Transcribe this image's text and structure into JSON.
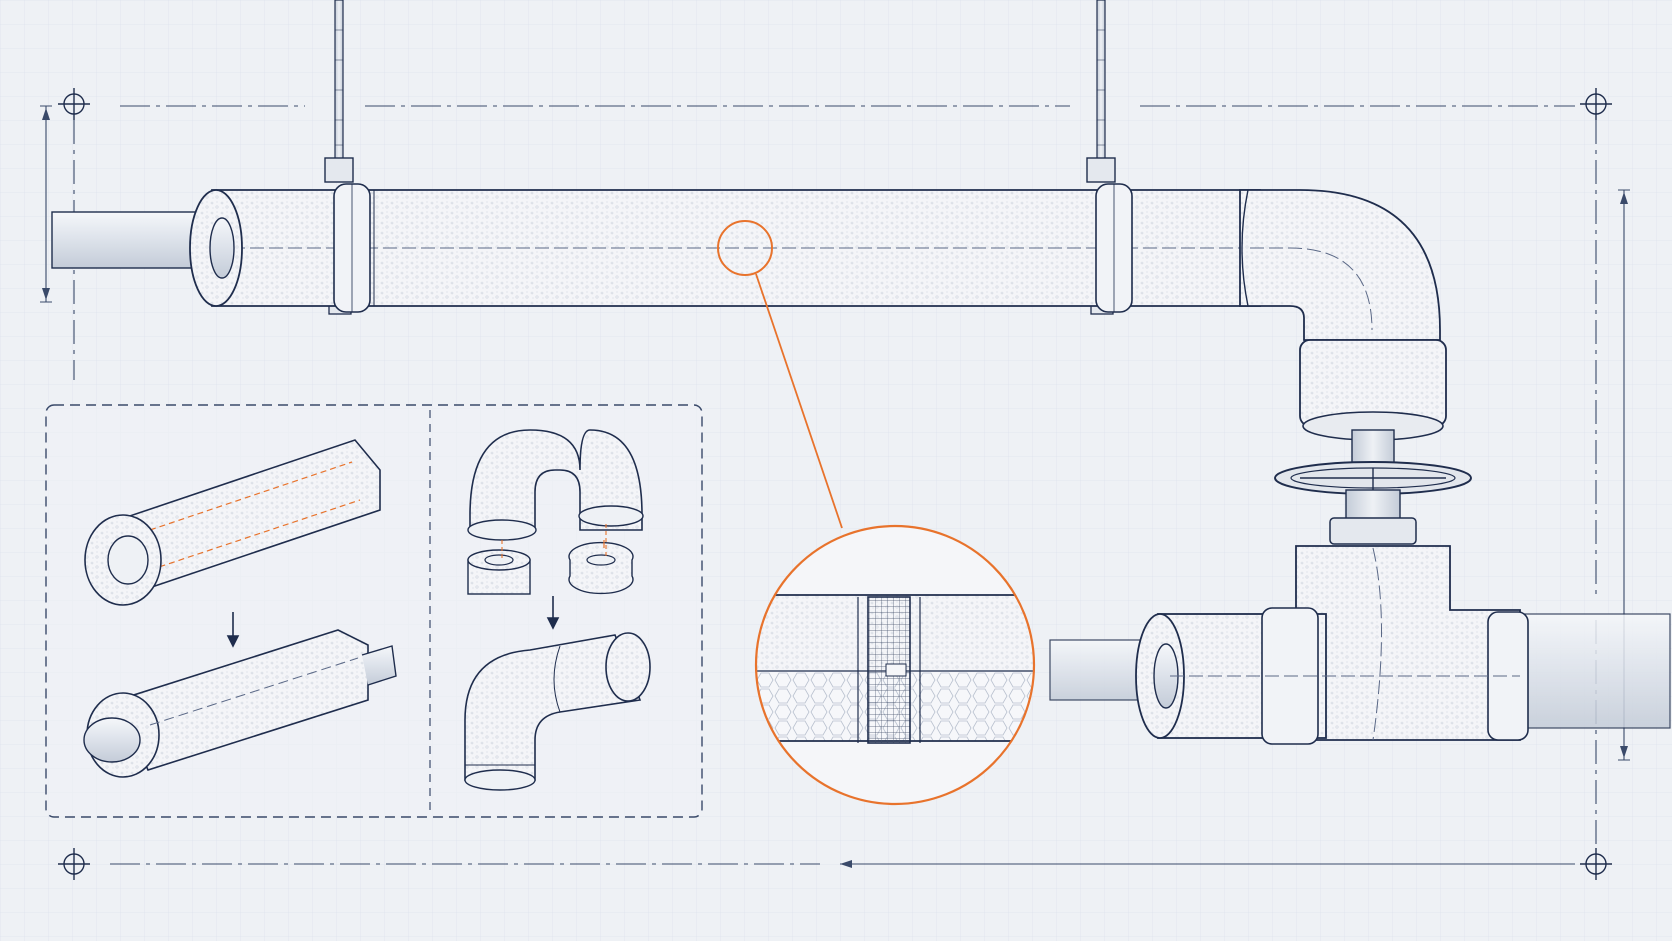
{
  "diagram": {
    "subject": "insulated-pipe-assembly",
    "colors": {
      "background": "#eef1f5",
      "grid": "#dde3ec",
      "ink": "#1f2d4d",
      "dimension": "#3a4a6a",
      "foam": "#f4f5f8",
      "foam_edge": "#cfd5df",
      "pipe_metal": "#dfe4ec",
      "callout_accent": "#e8732c"
    },
    "icons": {
      "registration_mark": "circle-crosshair",
      "hanger": "threaded-rod-clamp",
      "valve": "handwheel-valve",
      "arrow": "down-arrow"
    }
  }
}
